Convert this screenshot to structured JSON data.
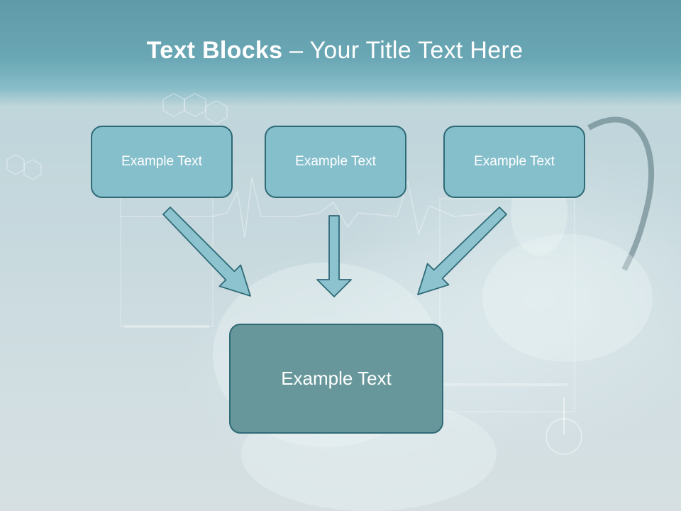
{
  "title": {
    "bold": "Text Blocks",
    "separator": " – ",
    "rest": "Your Title Text Here"
  },
  "boxes": {
    "left": "Example Text",
    "center": "Example Text",
    "right": "Example Text",
    "bottom": "Example Text"
  },
  "colors": {
    "title_band": "#6aa7b5",
    "small_box_fill": "#86bfcc",
    "big_box_fill": "#67979a",
    "box_border": "#2f6a77",
    "arrow_fill": "#8cc3cf"
  }
}
